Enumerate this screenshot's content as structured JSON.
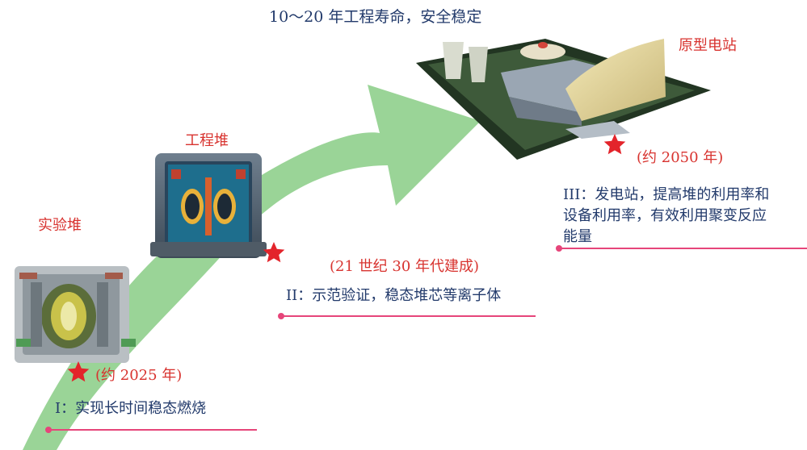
{
  "title": "10～20 年工程寿命，安全稳定",
  "stages": [
    {
      "name": "实验堆",
      "date": "(约 2025 年)",
      "description": "I：实现长时间稳态燃烧"
    },
    {
      "name": "工程堆",
      "date": "(21 世纪 30 年代建成)",
      "description": "II：示范验证，稳态堆芯等离子体"
    },
    {
      "name": "原型电站",
      "date": "(约 2050 年)",
      "description_lines": [
        "III：发电站，提高堆的利用率和",
        "设备利用率，有效利用聚变反应",
        "能量"
      ]
    }
  ],
  "colors": {
    "arrow": "#8fcf8c",
    "star": "#e3242b",
    "timeline_line": "#e6457a",
    "label_red": "#d8332f",
    "text_blue": "#223a6b"
  },
  "icons": [
    "experimental-reactor-image",
    "engineering-reactor-image",
    "prototype-power-plant-image",
    "star-marker-icon"
  ]
}
